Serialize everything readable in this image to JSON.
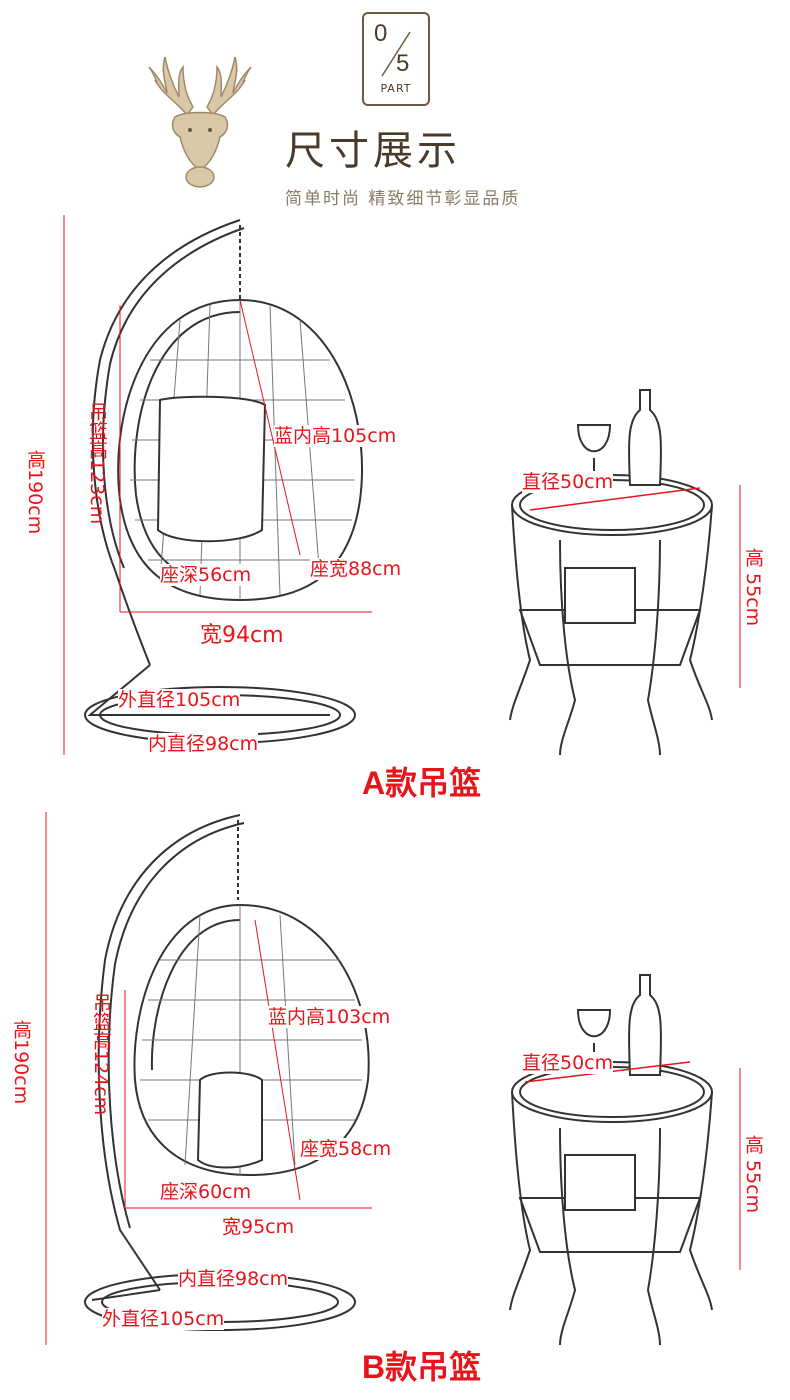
{
  "header": {
    "part_number_top": "0",
    "part_number_bottom": "5",
    "part_label": "PART",
    "title": "尺寸展示",
    "subtitle": "简单时尚 精致细节彰显品质",
    "logo_icon": "deer-head-icon"
  },
  "model_a": {
    "name": "A款吊篮",
    "total_height": "高190cm",
    "basket_height": "吊篮高123cm",
    "inner_height": "蓝内高105cm",
    "seat_depth": "座深56cm",
    "seat_width": "座宽88cm",
    "width": "宽94cm",
    "outer_diameter": "外直径105cm",
    "inner_diameter": "内直径98cm",
    "table_diameter": "直径50cm",
    "table_height": "高 55cm"
  },
  "model_b": {
    "name": "B款吊篮",
    "total_height": "高190cm",
    "basket_height": "吊篮高124cm",
    "inner_height": "蓝内高103cm",
    "seat_width": "座宽58cm",
    "seat_depth": "座深60cm",
    "width": "宽95cm",
    "inner_diameter": "内直径98cm",
    "outer_diameter": "外直径105cm",
    "table_diameter": "直径50cm",
    "table_height": "高 55cm"
  },
  "colors": {
    "accent_red": "#e8141b",
    "brown_title": "#5a4630",
    "sketch": "#333333"
  }
}
